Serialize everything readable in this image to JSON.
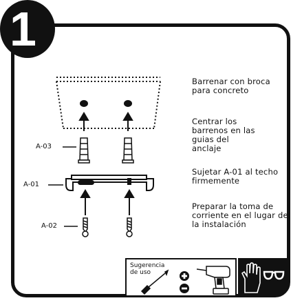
{
  "step": {
    "number": "1"
  },
  "instructions": [
    "Barrenar con broca para concreto",
    "Centrar los barrenos en las guias del anclaje",
    "Sujetar A-01 al techo firmemente",
    "Preparar la toma de corriente en el lugar de la instalación"
  ],
  "parts": {
    "anchor": "A-03",
    "bracket": "A-01",
    "screw": "A-02"
  },
  "tip": {
    "title": "Sugerencia de uso"
  },
  "icons": [
    "drill-icon",
    "screwdriver-icon",
    "plus-icon",
    "minus-icon",
    "gloves-icon",
    "safety-glasses-icon"
  ]
}
